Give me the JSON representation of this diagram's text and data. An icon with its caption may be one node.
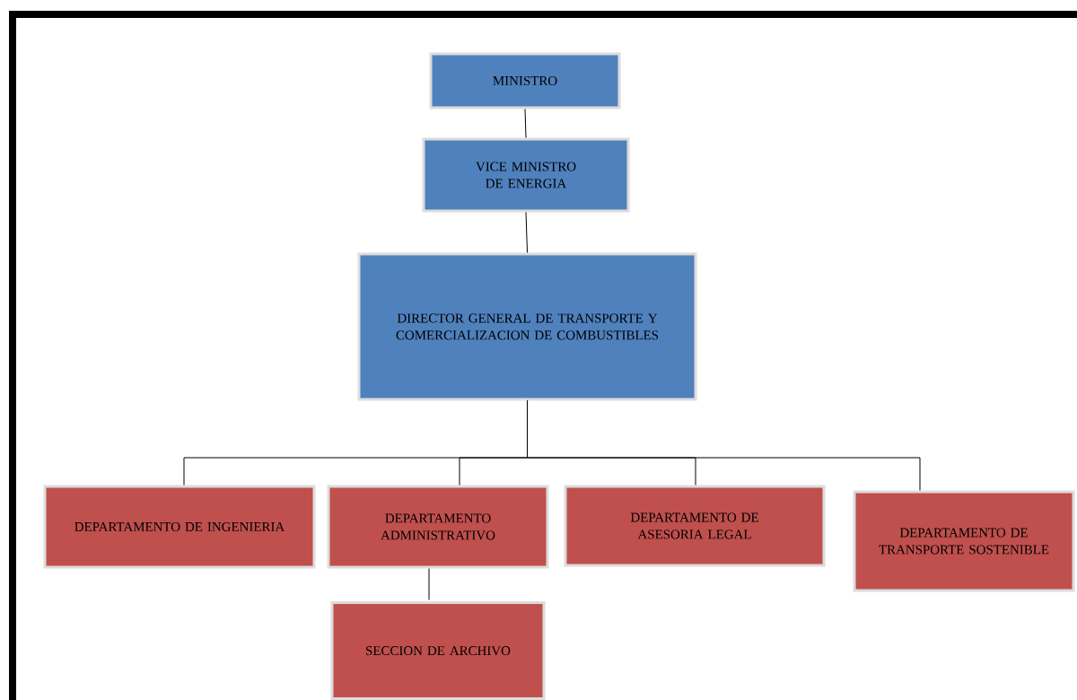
{
  "diagram": {
    "nodes": [
      {
        "text": [
          "MINISTRO"
        ]
      },
      {
        "text": [
          "VICE MINISTRO DE ENERGIA"
        ]
      },
      {
        "text": [
          "DIRECTOR GENERAL DE TRANSPORTE Y COMERCIALIZACION DE COMBUSTIBLES"
        ]
      },
      {
        "text": [
          "DEPARTAMENTO DE INGENIERIA"
        ]
      },
      {
        "text": [
          "DEPARTAMENTO ADMINISTRATIVO"
        ]
      },
      {
        "text": [
          "DEPARTAMENTO DE ASESORIA LEGAL"
        ]
      },
      {
        "text": [
          "DEPARTAMENTO DE TRANSPORTE SOSTENIBLE"
        ]
      },
      {
        "text": [
          "SECCION DE ARCHIVO"
        ]
      }
    ],
    "edges": [
      {
        "from": 0,
        "to": 1,
        "arrow": "none"
      },
      {
        "from": 1,
        "to": 2,
        "arrow": "none"
      },
      {
        "from": 2,
        "to": 3,
        "arrow": "none"
      },
      {
        "from": 2,
        "to": 4,
        "arrow": "none"
      },
      {
        "from": 2,
        "to": 5,
        "arrow": "none"
      },
      {
        "from": 2,
        "to": 6,
        "arrow": "none"
      },
      {
        "from": 4,
        "to": 7,
        "arrow": "none"
      }
    ]
  }
}
